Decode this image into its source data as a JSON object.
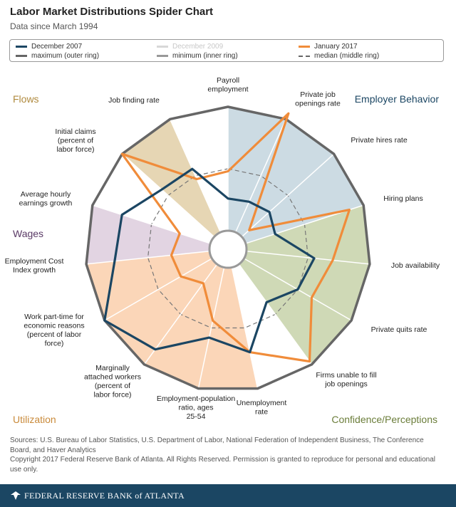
{
  "header": {
    "title": "Labor Market Distributions Spider Chart",
    "subtitle": "Data since March 1994"
  },
  "legend": {
    "items": [
      {
        "label": "December 2007",
        "color": "#1b4663",
        "style": "solid"
      },
      {
        "label": "December 2009",
        "color": "#cccccc",
        "style": "solid"
      },
      {
        "label": "January 2017",
        "color": "#f08c3a",
        "style": "solid"
      },
      {
        "label": "maximum (outer ring)",
        "color": "#666666",
        "style": "solid"
      },
      {
        "label": "minimum (inner ring)",
        "color": "#999999",
        "style": "solid"
      },
      {
        "label": "median (middle ring)",
        "color": "#666666",
        "style": "dashed"
      }
    ]
  },
  "chart_data": {
    "type": "radar",
    "axes": [
      "Payroll employment",
      "Private job openings rate",
      "Private hires rate",
      "Hiring plans",
      "Job availability",
      "Private quits rate",
      "Firms unable to fill job openings",
      "Unemployment rate",
      "Employment-population ratio, ages 25-54",
      "Marginally attached workers (percent of labor force)",
      "Work part-time for economic reasons (percent of labor force)",
      "Employment Cost Index growth",
      "Average hourly earnings growth",
      "Initial claims (percent of labor force)",
      "Job finding rate"
    ],
    "scale": {
      "min": 0,
      "median": 0.5,
      "max": 1
    },
    "series": [
      {
        "name": "December 2007",
        "color": "#1b4663",
        "values": [
          0.26,
          0.27,
          0.3,
          0.25,
          0.55,
          0.5,
          0.38,
          0.7,
          0.58,
          0.85,
          1.0,
          0.77,
          0.75,
          0.57,
          0.56
        ]
      },
      {
        "name": "January 2017",
        "color": "#f08c3a",
        "values": [
          0.48,
          1.05,
          0.08,
          0.88,
          0.7,
          0.63,
          0.97,
          0.7,
          0.44,
          0.19,
          0.29,
          0.31,
          0.26,
          1.0,
          0.47
        ]
      }
    ],
    "categories": [
      {
        "label": "Flows",
        "color": "#b08a3e",
        "fill": "#e6d6b4",
        "axes": [
          13,
          14
        ]
      },
      {
        "label": "Employer Behavior",
        "color": "#1b4663",
        "fill": "#ccdbe3",
        "axes": [
          0,
          1,
          2,
          3
        ]
      },
      {
        "label": "Wages",
        "color": "#5a3a66",
        "fill": "#e2d4e2",
        "axes": [
          11,
          12
        ]
      },
      {
        "label": "Confidence/Perceptions",
        "color": "#6b7d3a",
        "fill": "#cfd9b6",
        "axes": [
          3,
          4,
          5,
          6
        ]
      },
      {
        "label": "Utilization",
        "color": "#c98a3a",
        "fill": "#fbd6b8",
        "axes": [
          7,
          8,
          9,
          10,
          11
        ]
      }
    ]
  },
  "sources": {
    "line1": "Sources: U.S. Bureau of Labor Statistics, U.S. Department of Labor, National Federation of Independent Business, The Conference Board, and Haver Analytics",
    "line2": "Copyright 2017 Federal Reserve Bank of Atlanta. All Rights Reserved. Permission is granted to reproduce for personal and educational use only."
  },
  "footer": {
    "org": "FEDERAL RESERVE BANK of ATLANTA"
  }
}
